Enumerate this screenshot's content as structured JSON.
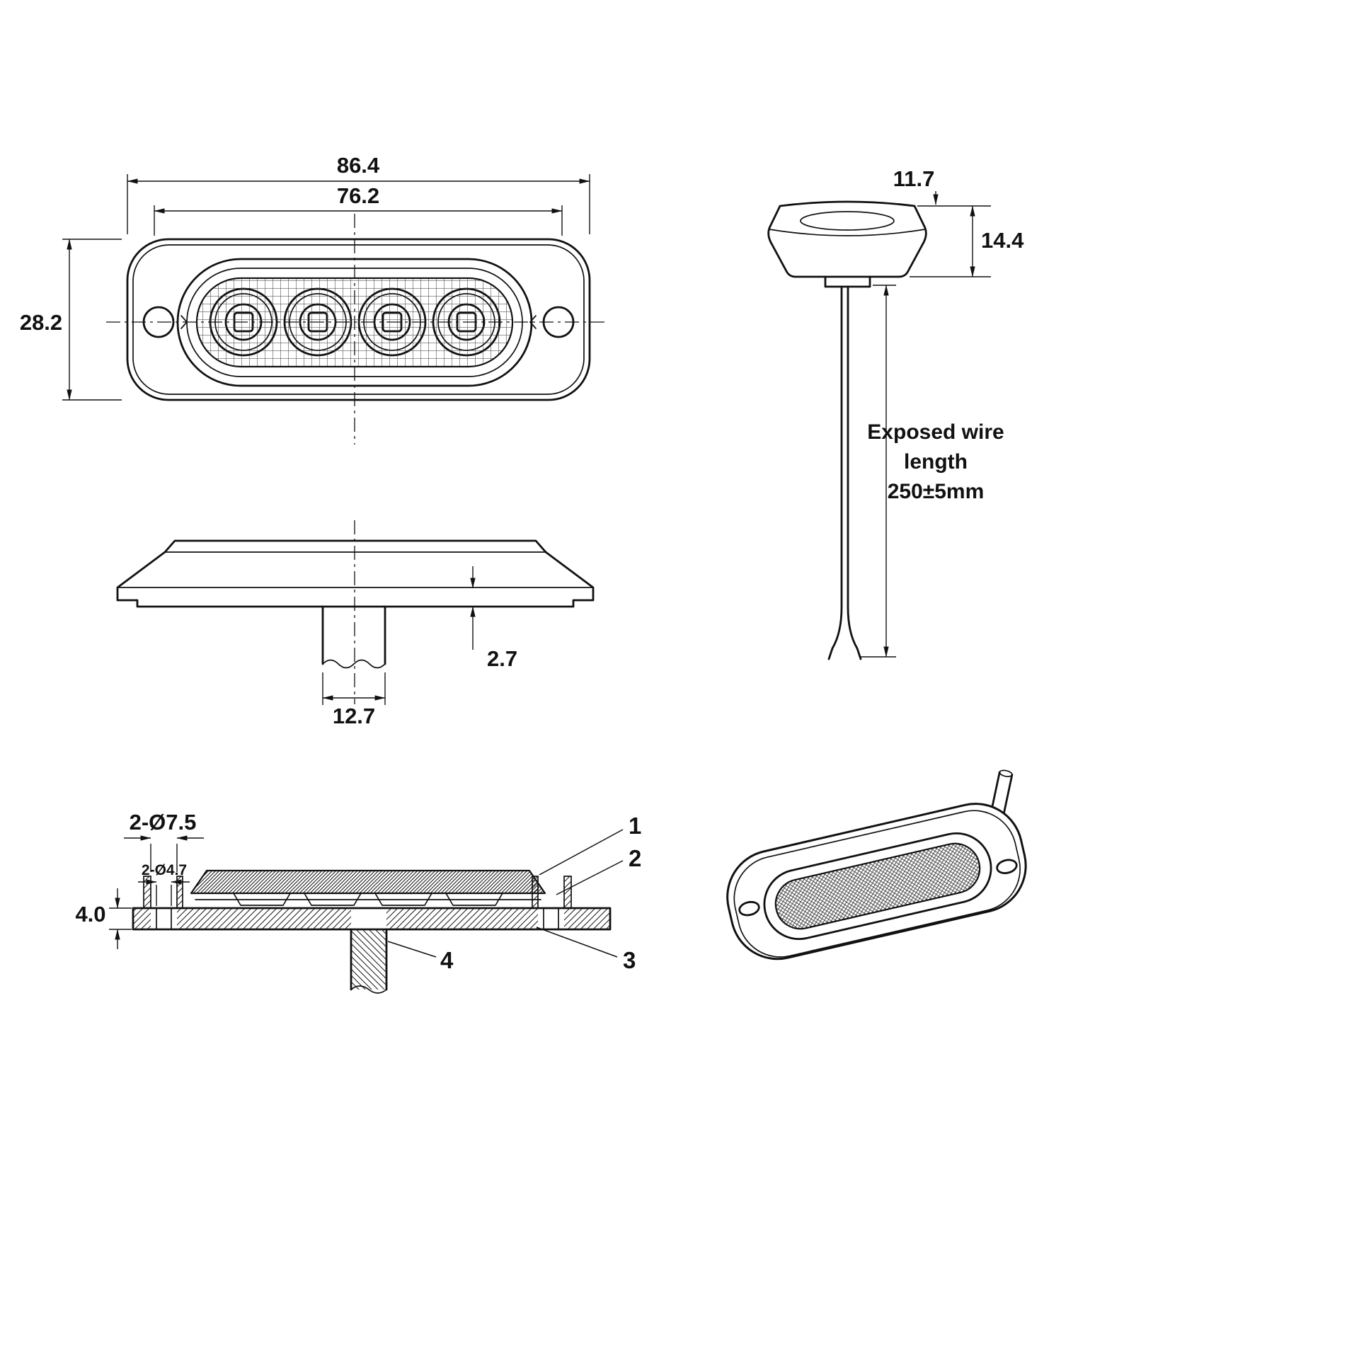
{
  "colors": {
    "background": "#ffffff",
    "line": "#111111"
  },
  "front_view": {
    "dim_overall_width": "86.4",
    "dim_inner_width": "76.2",
    "dim_height": "28.2"
  },
  "profile_view": {
    "dim_cap": "11.7",
    "dim_height": "14.4",
    "wire_note_line1": "Exposed wire",
    "wire_note_line2": "length",
    "wire_note_line3": "250±5mm"
  },
  "side_view": {
    "dim_lip_thickness": "2.7",
    "dim_connector_width": "12.7"
  },
  "section_view": {
    "dim_counterbore": "2-Ø7.5",
    "dim_through_hole": "2-Ø4.7",
    "dim_base_thickness": "4.0",
    "callouts": [
      "1",
      "2",
      "3",
      "4"
    ]
  }
}
